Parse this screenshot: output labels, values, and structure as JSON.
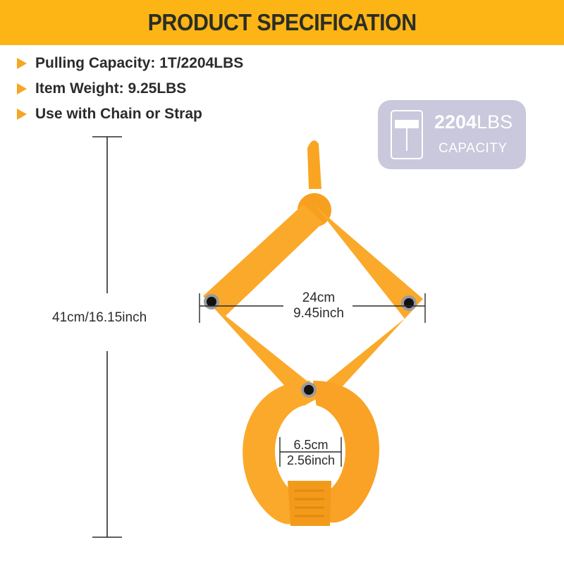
{
  "header": {
    "title": "PRODUCT SPECIFICATION",
    "background_color": "#fdb515"
  },
  "specs": [
    {
      "icon": "triangle-bullet-icon",
      "label": "Pulling Capacity: 1T/2204LBS"
    },
    {
      "icon": "triangle-bullet-icon",
      "label": "Item Weight: 9.25LBS"
    },
    {
      "icon": "triangle-bullet-icon",
      "label": "Use with Chain or Strap"
    }
  ],
  "badge": {
    "icon": "t-weight-icon",
    "value": "2204",
    "unit": "LBS",
    "label": "CAPACITY",
    "background_color": "#c9c8dc"
  },
  "dimensions": {
    "height": "41cm/16.15inch",
    "width_cm": "24cm",
    "width_inch": "9.45inch",
    "jaw_cm": "6.5cm",
    "jaw_inch": "2.56inch"
  },
  "product": {
    "name": "scissor clamp lifting tong",
    "color": "#fba92a"
  }
}
